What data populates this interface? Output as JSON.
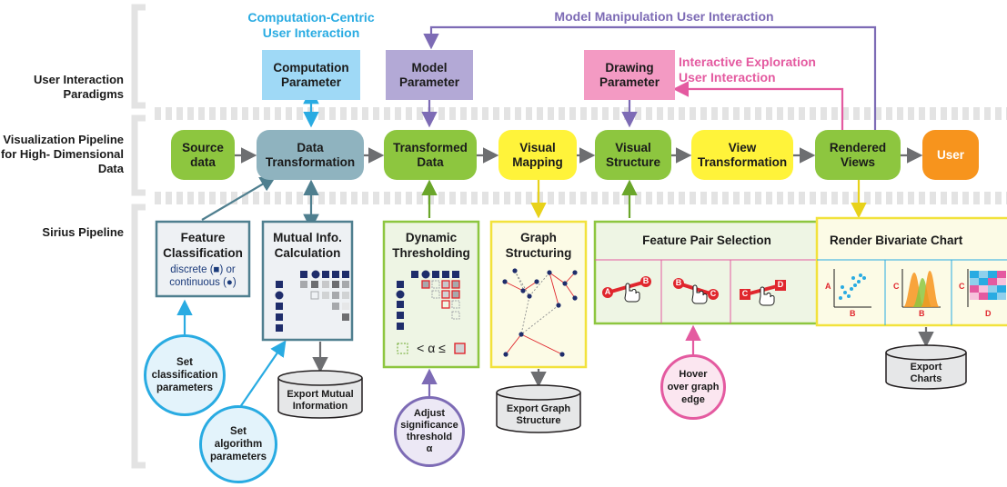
{
  "row_labels": {
    "paradigms": "User Interaction\nParadigms",
    "pipeline": "Visualization\nPipeline for High-\nDimensional Data",
    "sirius": "Sirius Pipeline"
  },
  "headers": {
    "computation": "Computation-Centric\nUser Interaction",
    "model": "Model Manipulation User Interaction",
    "exploration": "Interactive Exploration\nUser Interaction"
  },
  "params": {
    "computation": "Computation\nParameter",
    "model": "Model\nParameter",
    "drawing": "Drawing\nParameter"
  },
  "pipeline_nodes": [
    {
      "label": "Source\ndata"
    },
    {
      "label": "Data\nTransformation"
    },
    {
      "label": "Transformed\nData"
    },
    {
      "label": "Visual\nMapping"
    },
    {
      "label": "Visual\nStructure"
    },
    {
      "label": "View\nTransformation"
    },
    {
      "label": "Rendered\nViews"
    },
    {
      "label": "User"
    }
  ],
  "panels": {
    "feature_classification": {
      "title": "Feature\nClassification",
      "text": "discrete (■) or\ncontinuous (●)"
    },
    "mutual_info": {
      "title": "Mutual Info.\nCalculation"
    },
    "dynamic_threshold": {
      "title": "Dynamic\nThresholding",
      "formula": "< α ≤"
    },
    "graph_structuring": {
      "title": "Graph\nStructuring"
    },
    "feature_pair": {
      "title": "Feature Pair Selection",
      "pairs": [
        [
          "A",
          "B"
        ],
        [
          "B",
          "C"
        ],
        [
          "C",
          "D"
        ]
      ]
    },
    "render_bivariate": {
      "title": "Render Bivariate Chart",
      "charts": [
        [
          "A",
          "B"
        ],
        [
          "C",
          "B"
        ],
        [
          "C",
          "D"
        ]
      ]
    }
  },
  "circles": {
    "set_classification": "Set\nclassification\nparameters",
    "set_algorithm": "Set\nalgorithm\nparameters",
    "adjust_threshold": "Adjust\nsignificance\nthreshold\nα",
    "hover_edge": "Hover\nover graph\nedge"
  },
  "exports": {
    "mutual": "Export Mutual\nInformation",
    "graph": "Export Graph\nStructure",
    "charts": "Export\nCharts"
  },
  "colors": {
    "green": "#8dc63f",
    "yellow": "#fff33a",
    "slate": "#8fb3bf",
    "orange": "#f7941d",
    "cyan": "#29abe2",
    "purple": "#7d6bb5",
    "pink": "#e45aa0",
    "navy": "#1f2d6b",
    "red": "#e0262d"
  }
}
